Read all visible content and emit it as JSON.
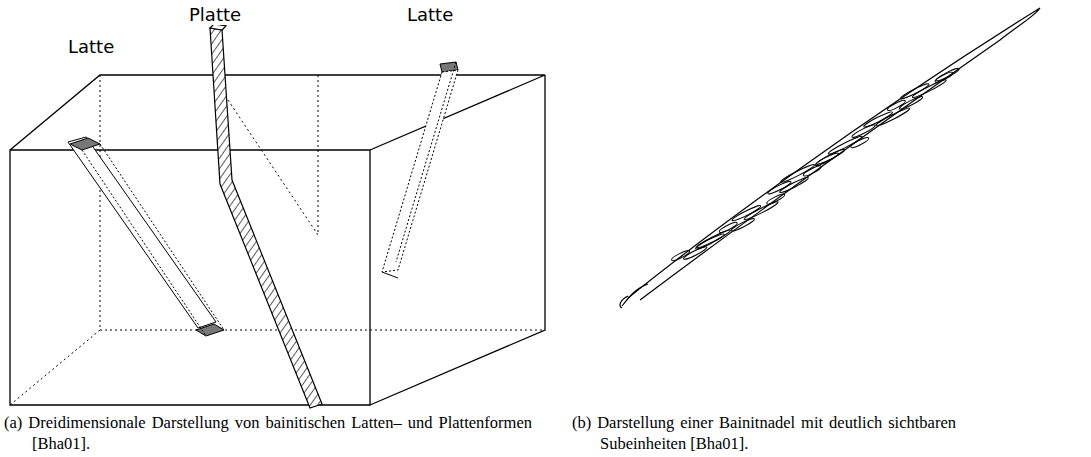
{
  "diagram": {
    "labels": [
      "Latte",
      "Platte",
      "Latte",
      "(a) Dreidimensionale Darstellung von bainitischen Latten– und Plattenformen [Bha01].",
      "(b) Darstellung einer Bainitnadel mit deutlich sichtbaren Subeinheiten [Bha01]."
    ]
  }
}
